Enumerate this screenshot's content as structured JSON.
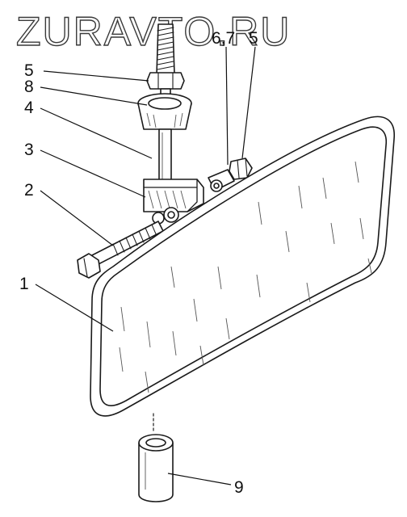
{
  "watermark": "ZURAVTO.RU",
  "callouts": [
    {
      "id": "c5a",
      "label": "5"
    },
    {
      "id": "c8",
      "label": "8"
    },
    {
      "id": "c4",
      "label": "4"
    },
    {
      "id": "c3",
      "label": "3"
    },
    {
      "id": "c2",
      "label": "2"
    },
    {
      "id": "c1",
      "label": "1"
    },
    {
      "id": "c67",
      "label": "6,7"
    },
    {
      "id": "c5b",
      "label": "5"
    },
    {
      "id": "c9",
      "label": "9"
    }
  ]
}
